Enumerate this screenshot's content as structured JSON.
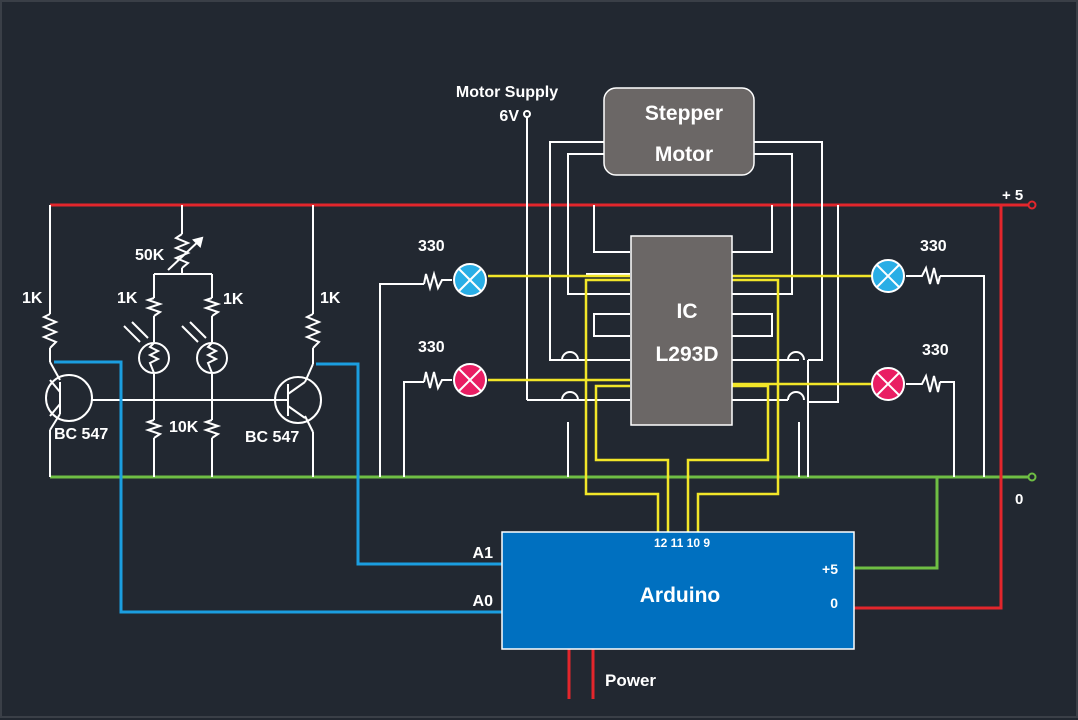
{
  "colors": {
    "background": "#222831",
    "wire_white": "#ffffff",
    "wire_red": "#e3262c",
    "wire_green": "#6fbe44",
    "wire_blue": "#1b9ee0",
    "wire_yellow": "#f2e629",
    "block_gray": "#6b6766",
    "arduino_blue": "#0070c0",
    "led_blue": "#29aee6",
    "led_pink": "#e91e63"
  },
  "stepper": {
    "line1": "Stepper",
    "line2": "Motor"
  },
  "ic": {
    "line1": "IC",
    "line2": "L293D"
  },
  "arduino": {
    "title": "Arduino",
    "pin_a1": "A1",
    "pin_a0": "A0",
    "pin_plus5": "+5",
    "pin_zero": "0",
    "pins_top": "12 11 10 9"
  },
  "power_label": "Power",
  "motor_supply": {
    "line1": "Motor Supply",
    "line2": "6V"
  },
  "rails": {
    "plus5": "+ 5",
    "zero": "0"
  },
  "transistors": {
    "left": "BC 547",
    "right": "BC 547"
  },
  "resistors": {
    "left_outer": "1K",
    "ldr_left": "1K",
    "ldr_right": "1K",
    "right_outer": "1K",
    "pot": "50K",
    "bottom": "10K",
    "led_top_left": "330",
    "led_bottom_left": "330",
    "led_top_right": "330",
    "led_bottom_right": "330"
  },
  "icons": [
    "resistor-icon",
    "potentiometer-icon",
    "ldr-icon",
    "transistor-npn-icon",
    "led-lamp-icon"
  ]
}
